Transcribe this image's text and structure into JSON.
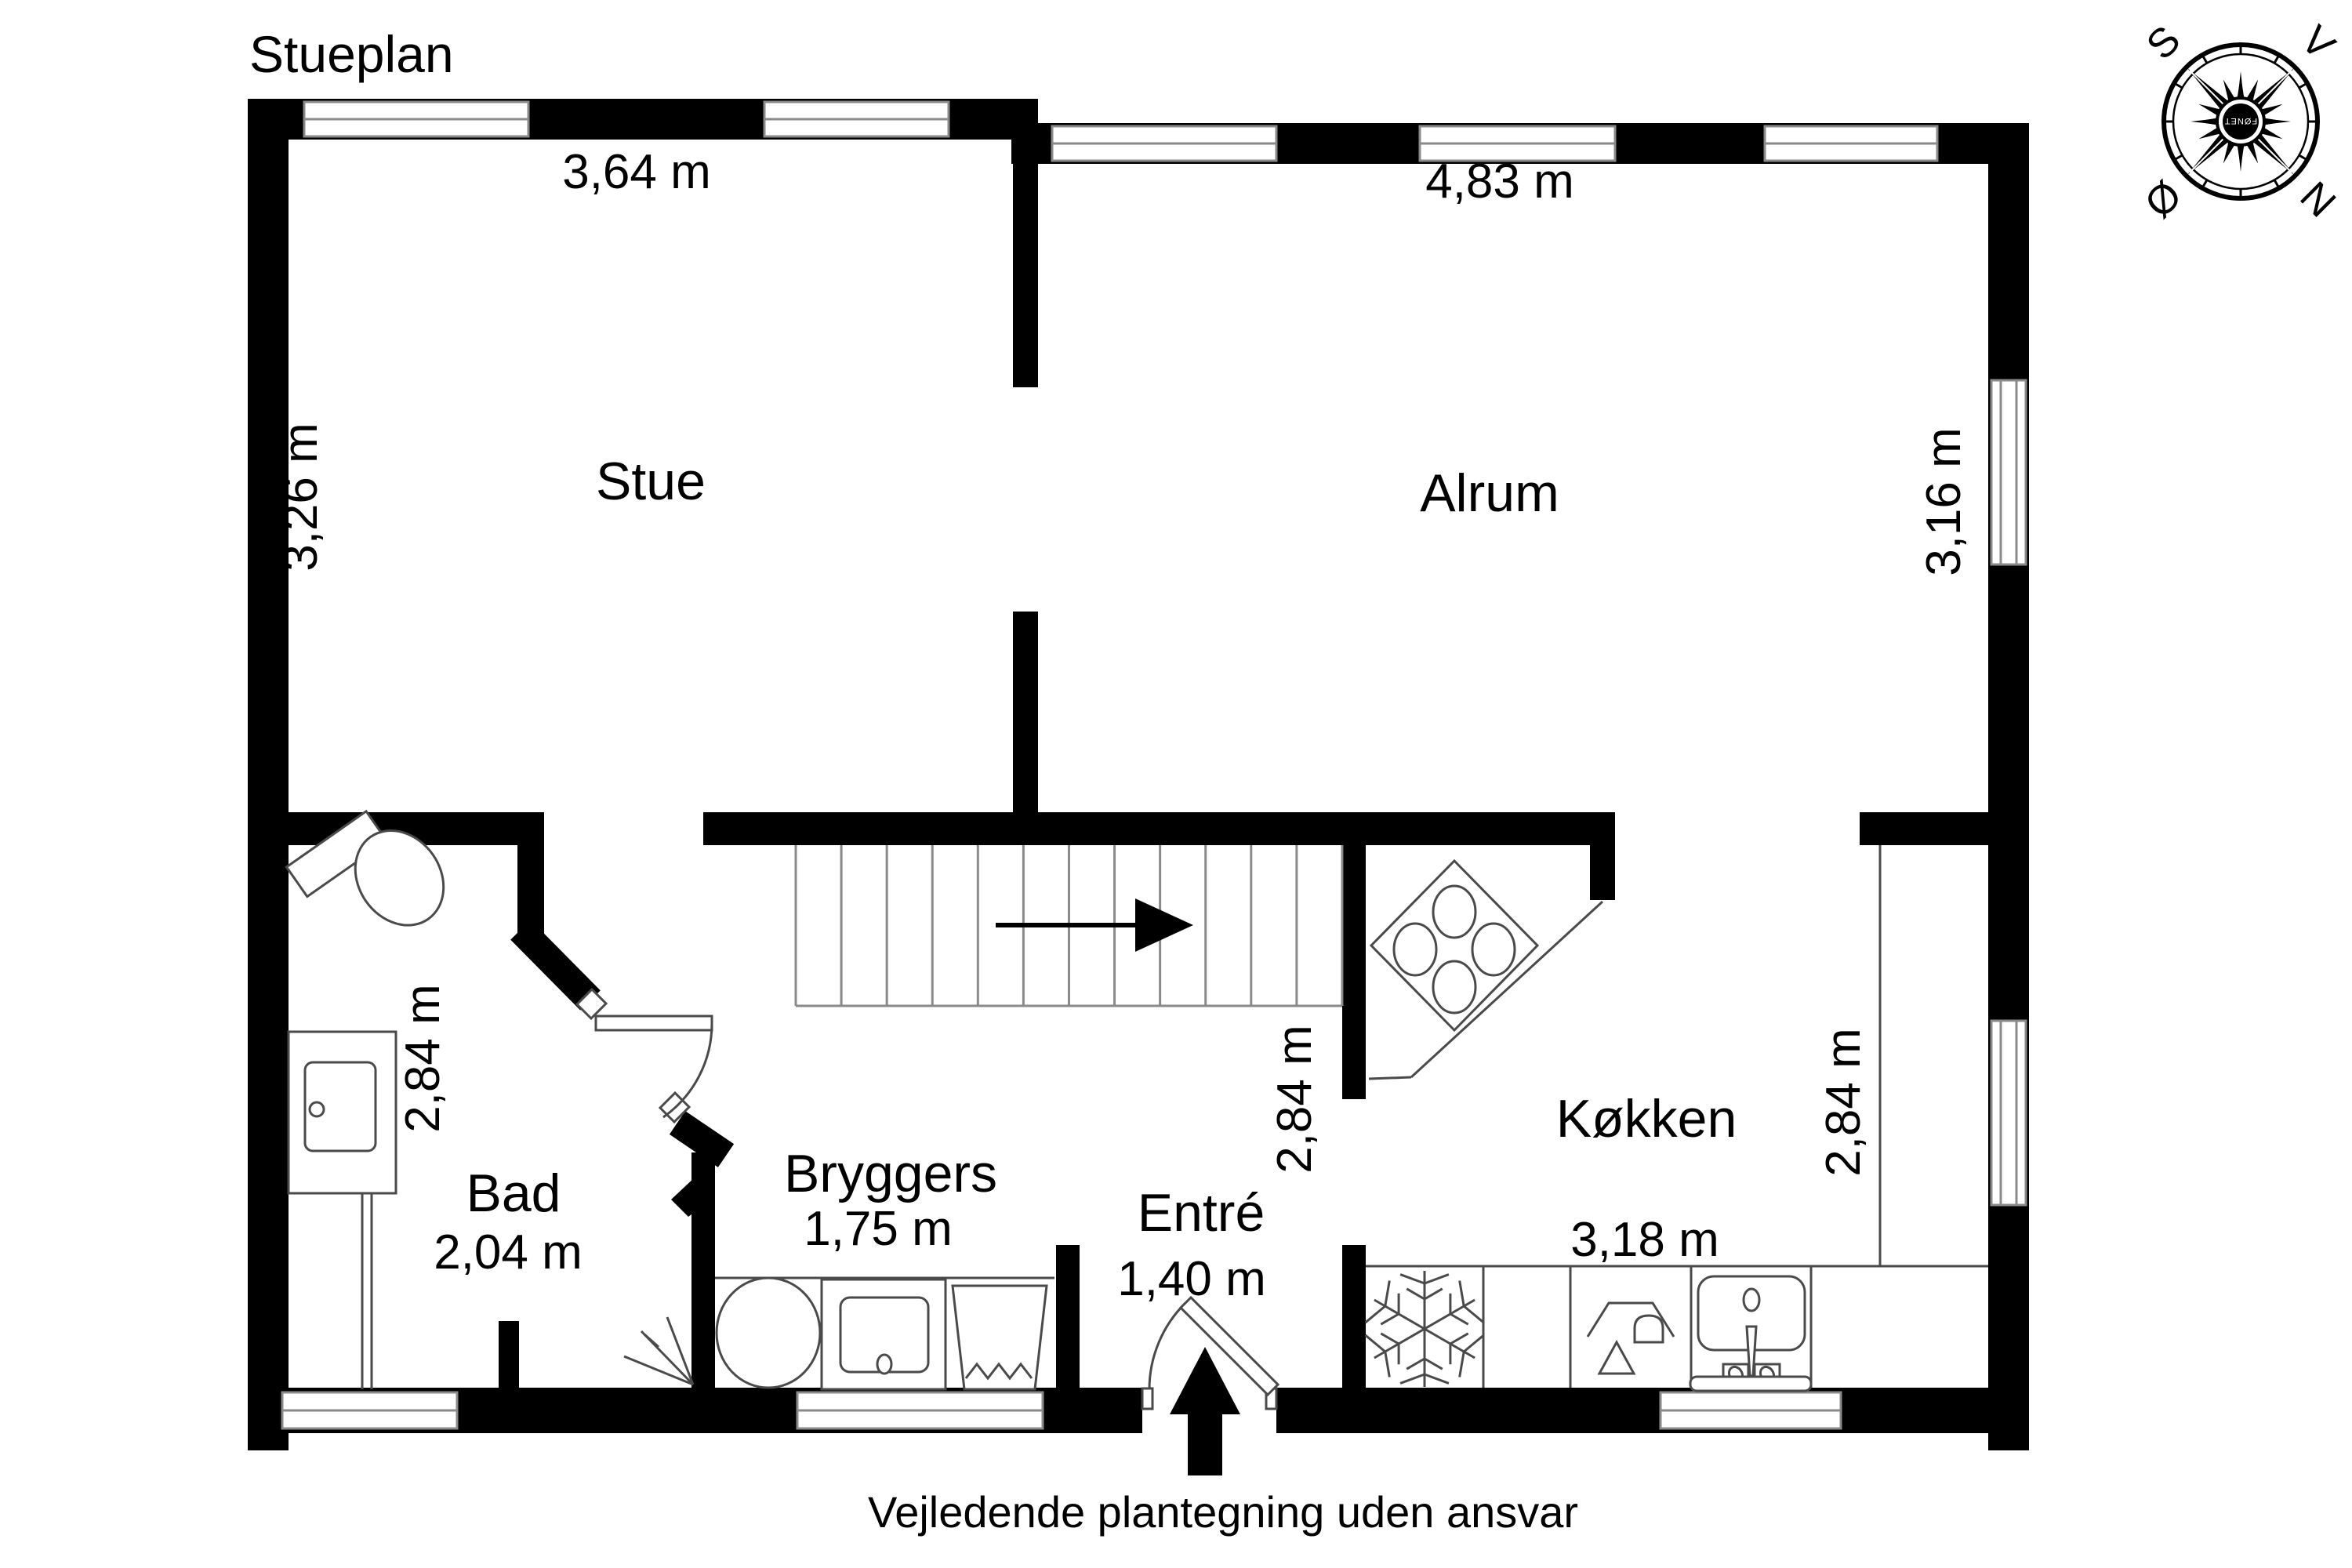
{
  "title": "Stueplan",
  "disclaimer": "Vejledende plantegning uden ansvar",
  "rooms": {
    "stue": {
      "name": "Stue",
      "width": "3,64 m",
      "depth": "3,26 m"
    },
    "alrum": {
      "name": "Alrum",
      "width": "4,83 m",
      "depth": "3,16 m"
    },
    "bad": {
      "name": "Bad",
      "width": "2,04 m",
      "depth": "2,84 m"
    },
    "bryggers": {
      "name": "Bryggers",
      "width": "1,75 m"
    },
    "entre": {
      "name": "Entré",
      "width": "1,40 m"
    },
    "kokken": {
      "name": "Køkken",
      "width": "3,18 m",
      "depth": "2,84 m"
    },
    "hall": {
      "depth": "2,84 m"
    }
  },
  "compass": {
    "north": "N",
    "south": "S",
    "east": "Ø",
    "west": "V",
    "logo": "FØNET"
  },
  "colors": {
    "wall": "#000000",
    "line": "#4a4a4a",
    "window_line": "#8a8a8a",
    "background": "#ffffff"
  }
}
